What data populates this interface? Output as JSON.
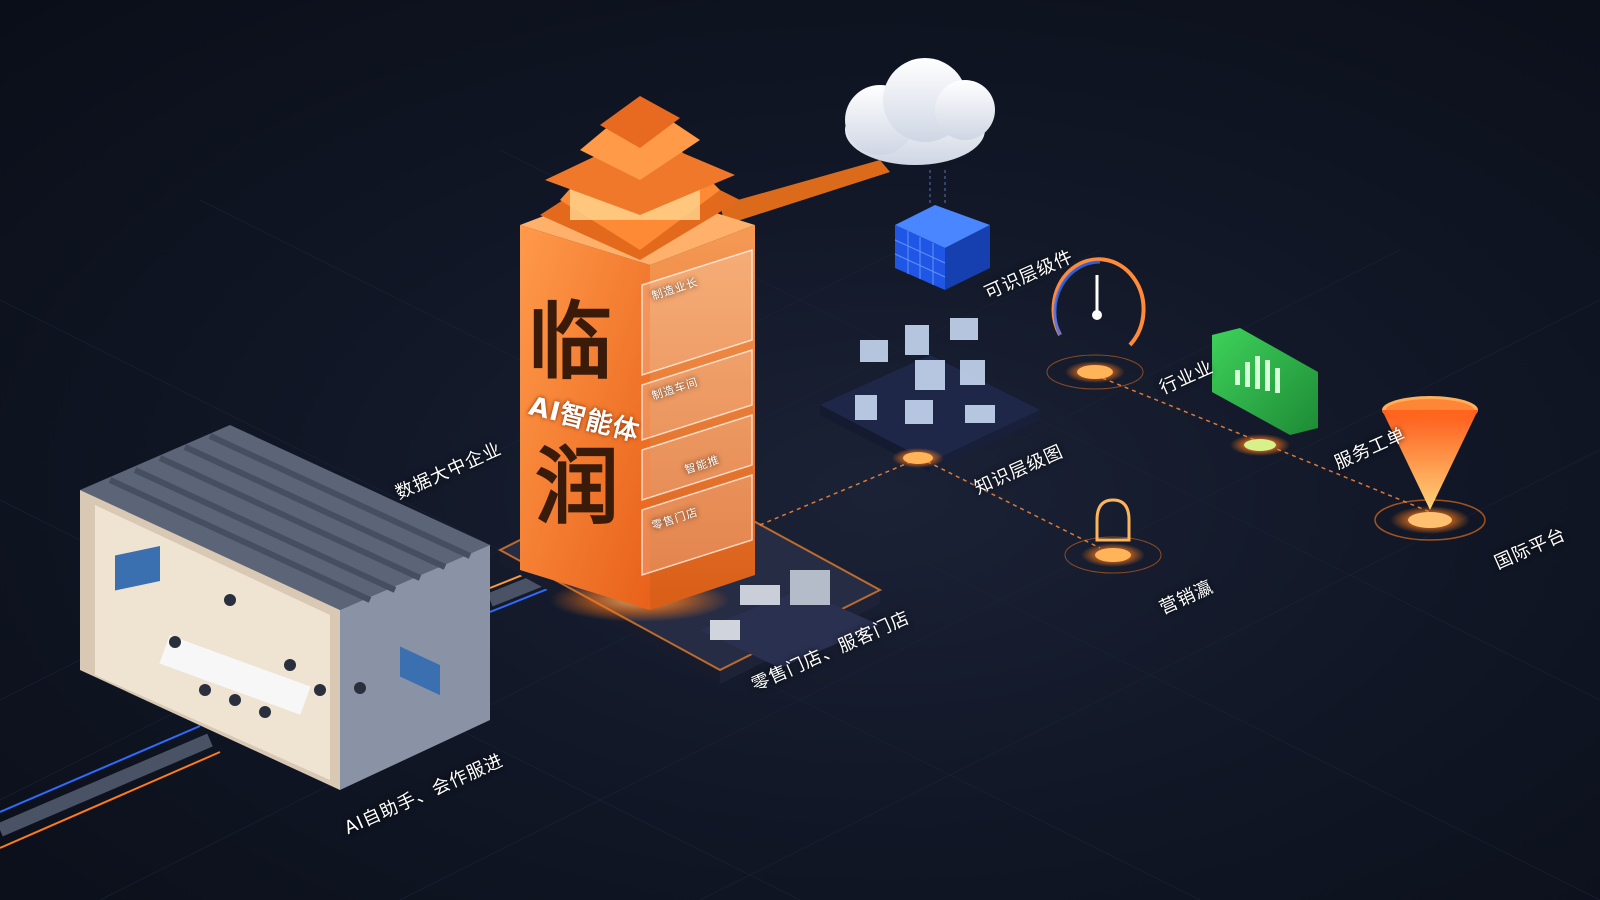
{
  "tower": {
    "calligraphy": [
      "临",
      "润"
    ],
    "title": "AI智能体",
    "panels": [
      "制造业长",
      "制造车间",
      "智能推",
      "零售门店"
    ]
  },
  "labels": {
    "data_enterprise": "数据大中企业",
    "ai_assistant": "AI自助手、会作服进",
    "retail_store": "零售门店、服客门店",
    "knowledge_components": "可识层级件",
    "knowledge_graph": "知识层级图",
    "industry": "行业业",
    "service_ticket": "服务工单",
    "marketing": "营销瀛",
    "intl_platform": "国际平台"
  },
  "colors": {
    "accent": "#ff7a1a",
    "tower": "#f07b2c",
    "cube": "#1e5bff",
    "green": "#2fb24a",
    "background": "#0c111c"
  },
  "icons": [
    "cloud-icon",
    "cube-icon",
    "gauge-icon",
    "bar-chart-icon",
    "funnel-icon",
    "bell-icon",
    "pagoda-icon"
  ]
}
